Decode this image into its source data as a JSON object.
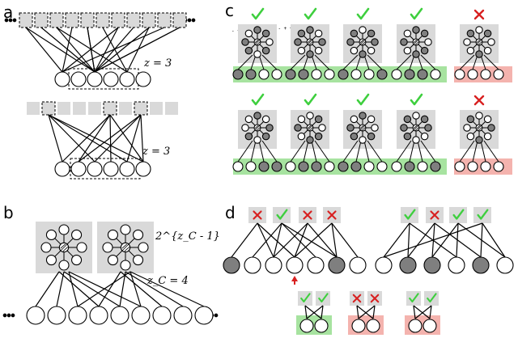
{
  "panels": {
    "a": {
      "label": "a",
      "eq_top": "z = 3",
      "eq_bottom": "z = 3"
    },
    "b": {
      "label": "b",
      "eq_top": "2^{z_C - 1}",
      "eq_bottom": "z_C = 4"
    },
    "c": {
      "label": "c",
      "signs_left": "- + + - + -",
      "signs_right": "- + - + +",
      "rows": [
        {
          "results": [
            "check",
            "check",
            "check",
            "check",
            "cross"
          ]
        },
        {
          "results": [
            "check",
            "check",
            "check",
            "check",
            "cross"
          ]
        }
      ]
    },
    "d": {
      "label": "d",
      "left_marks": [
        "cross",
        "check",
        "cross",
        "cross"
      ],
      "right_marks": [
        "check",
        "cross",
        "check",
        "check"
      ],
      "small_groups": [
        {
          "marks": [
            "check",
            "check"
          ],
          "bg": "green"
        },
        {
          "marks": [
            "cross",
            "cross"
          ],
          "bg": "red"
        },
        {
          "marks": [
            "check",
            "check"
          ],
          "bg": "red"
        }
      ]
    }
  },
  "colors": {
    "green_bg": "#a7e3a0",
    "red_bg": "#f4b3ae",
    "gray_box": "#d9d9d9",
    "dark_node": "#7f7f7f",
    "check": "#3ecf3e",
    "cross": "#d82020",
    "arrow": "#d82020"
  }
}
